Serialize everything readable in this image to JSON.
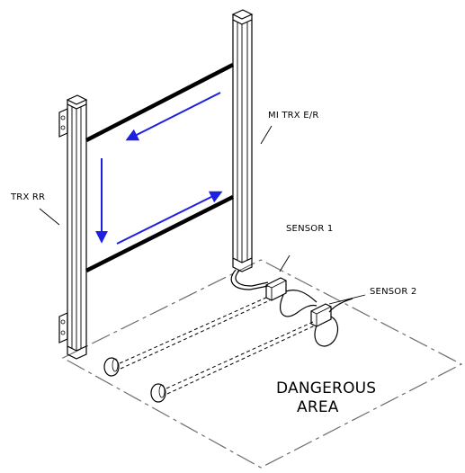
{
  "diagram": {
    "labels": {
      "left_column": "TRX RR",
      "right_column": "MI TRX E/R",
      "sensor_1": "SENSOR 1",
      "sensor_2": "SENSOR 2",
      "area_line_1": "DANGEROUS",
      "area_line_2": "AREA"
    },
    "colors": {
      "arrows": "#1f1fe0",
      "lines": "#000000",
      "dashed_area": "#6c6c6c"
    }
  }
}
